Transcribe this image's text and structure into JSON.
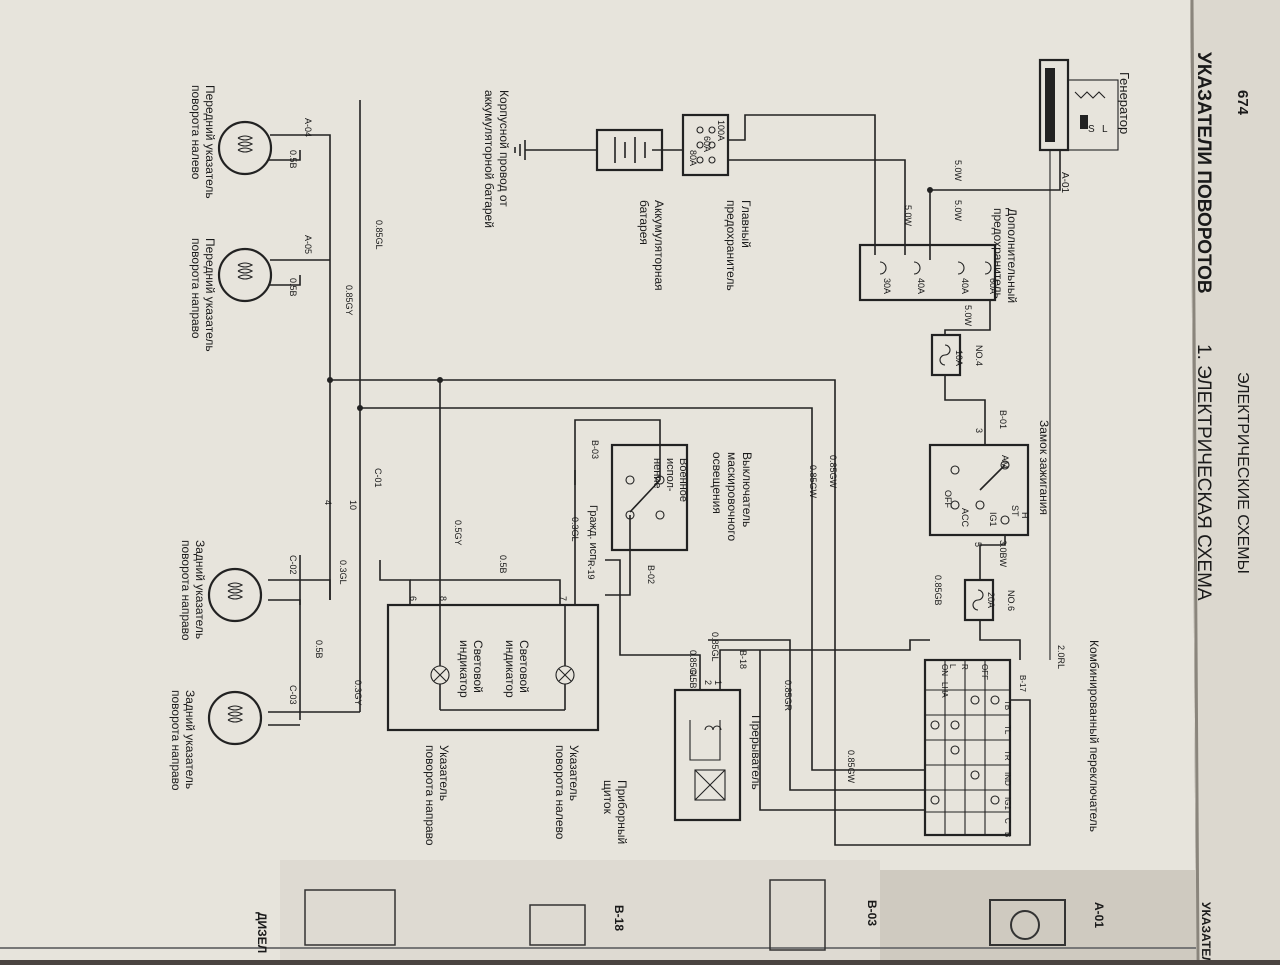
{
  "header": {
    "page_number": "674",
    "section_title": "ЭЛЕКТРИЧЕСКИЕ СХЕМЫ",
    "chapter_title": "УКАЗАТЕЛИ ПОВОРОТОВ",
    "subtitle": "1. ЭЛЕКТРИЧЕСКАЯ СХЕМА"
  },
  "components": {
    "generator": "Генератор",
    "aux_fuse_line1": "Дополнительный",
    "aux_fuse_line2": "предохранитель",
    "ignition_switch": "Замок зажигания",
    "combo_switch": "Комбинированный переключатель",
    "main_fuse_line1": "Главный",
    "main_fuse_line2": "предохранитель",
    "battery_line1": "Аккумуляторная",
    "battery_line2": "батарея",
    "ground_line1": "Корпусной провод от",
    "ground_line2": "аккумуляторной батарей",
    "blackout_line1": "Выключатель",
    "blackout_line2": "маскировочного",
    "blackout_line3": "освещения",
    "military_line1": "Военное",
    "military_line2": "испол-",
    "military_line3": "нение",
    "civil_version": "Гражд. исп.",
    "flasher": "Прерыватель",
    "panel_line1": "Приборный",
    "panel_line2": "щиток",
    "indicator1_line1": "Световой",
    "indicator1_line2": "индикатор",
    "indicator2_line1": "Световой",
    "indicator2_line2": "индикатор",
    "left_turn_line1": "Указатель",
    "left_turn_line2": "поворота налево",
    "right_turn_line1": "Указатель",
    "right_turn_line2": "поворота направо",
    "front_left_line1": "Передний указатель",
    "front_left_line2": "поворота налево",
    "front_right_line1": "Передний указатель",
    "front_right_line2": "поворота направо",
    "rear_right_line1": "Задний указатель",
    "rear_right_line2": "поворота направо",
    "rear_left_line1": "Задний указатель",
    "rear_left_line2": "поворота направо"
  },
  "fuses": {
    "main": [
      "100A",
      "60A",
      "80A"
    ],
    "aux": [
      "60A",
      "40A",
      "40A",
      "30A"
    ],
    "no4_label": "NO.4",
    "no4_value": "10A",
    "no6_label": "NO.6",
    "no6_value": "20A"
  },
  "ignition_terms": [
    "AM",
    "H",
    "ST",
    "IG1",
    "ACC",
    "OFF"
  ],
  "switch_cols": [
    "B-17",
    "TB",
    "TL",
    "TR",
    "IND",
    "IG1",
    "C",
    "B"
  ],
  "switch_rows": [
    "OFF",
    "R",
    "L",
    "ON",
    "LHA"
  ],
  "connectors": {
    "a01": "A-01",
    "a04": "A-04",
    "a05": "A-05",
    "b01": "B-01",
    "b02": "B-02",
    "b03": "B-03",
    "b18": "B-18",
    "c01": "C-01",
    "c02": "C-02",
    "c03": "C-03",
    "r19": "R-19"
  },
  "pins": [
    "3",
    "5",
    "6",
    "7",
    "8",
    "1",
    "2",
    "10",
    "4"
  ],
  "wires": [
    "5.0W",
    "5.0W",
    "5.0W",
    "5.0W",
    "3.0BW",
    "2.0RL",
    "0.85GB",
    "0.85GW",
    "0.85GW",
    "0.85GW",
    "0.85GR",
    "0.85GL",
    "0.5GY",
    "0.3GL",
    "0.5B",
    "0.85GL",
    "0.5B",
    "0.3GY",
    "0.3GL",
    "0.5B",
    "0.85GY",
    "0.85GL",
    "0.5B",
    "0.5B"
  ],
  "margin_codes": [
    "A-01",
    "B-03",
    "B-18"
  ],
  "margin_texts": [
    "УКАЗАТЕЛИ",
    "ДИЗЕЛ"
  ]
}
